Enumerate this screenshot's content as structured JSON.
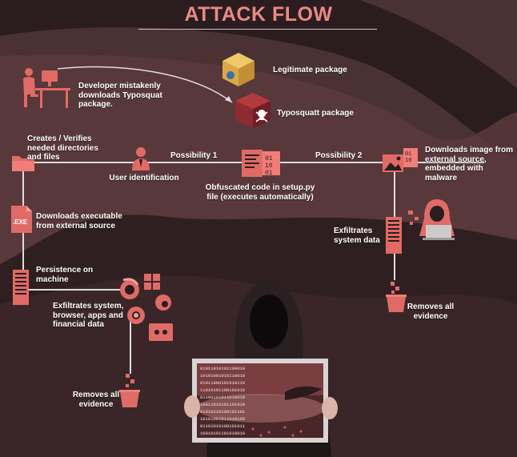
{
  "title": "ATTACK FLOW",
  "steps": {
    "developer": "Developer mistakenly downloads Typosquat package.",
    "legit_package": "Legitimate package",
    "typo_package": "Typosquatt package",
    "creates_dirs": "Creates / Verifies needed directories and files",
    "possibility1": "Possibility 1",
    "possibility2": "Possibility 2",
    "user_id": "User identification",
    "obfuscated": "Obfuscated code in setup.py file (executes automatically)",
    "downloads_image": "Downloads image from external source, embedded with malware",
    "downloads_exe": "Downloads executable from external source",
    "exe_label": ".EXE",
    "exfil_system": "Exfiltrates system data",
    "persistence": "Persistence on machine",
    "exfil_browser": "Exfiltrates system, browser, apps and financial data",
    "removes_right": "Removes all evidence",
    "removes_left": "Removes all evidence"
  },
  "colors": {
    "background": "#2b1d1f",
    "wave": "#5a3a3c",
    "accent": "#e88a85",
    "icon": "#e06a66",
    "line": "#e0dcdc"
  },
  "icons": [
    "developer-icon",
    "legit-package-icon",
    "typosquat-package-icon",
    "folder-icon",
    "user-icon",
    "code-file-icon",
    "image-icon",
    "exe-file-icon",
    "server-icon",
    "hacker-laptop-icon",
    "firefox-icon",
    "windows-icon",
    "chrome-icon",
    "wallet-icon",
    "trash-icon",
    "hooded-hacker-icon"
  ]
}
